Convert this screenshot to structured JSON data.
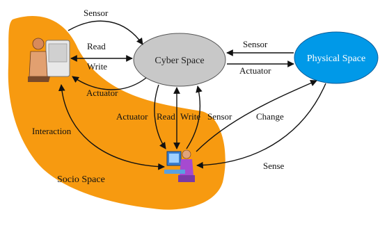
{
  "nodes": {
    "cyber": {
      "label": "Cyber Space",
      "fill": "#c8c8c8"
    },
    "physical": {
      "label": "Physical Space",
      "fill": "#0099e8"
    },
    "socio": {
      "label": "Socio Space",
      "fill": "#f79a10"
    }
  },
  "people": {
    "top_person": "person-at-computer-icon",
    "bottom_person": "person-at-computer-icon"
  },
  "edges": {
    "sensor_top": "Sensor",
    "read": "Read",
    "write": "Write",
    "actuator_left": "Actuator",
    "sensor_right": "Sensor",
    "actuator_right": "Actuator",
    "actuator_down": "Actuator",
    "read_down": "Read",
    "write_down": "Write",
    "sensor_down": "Sensor",
    "change": "Change",
    "sense": "Sense",
    "interaction": "Interaction"
  }
}
